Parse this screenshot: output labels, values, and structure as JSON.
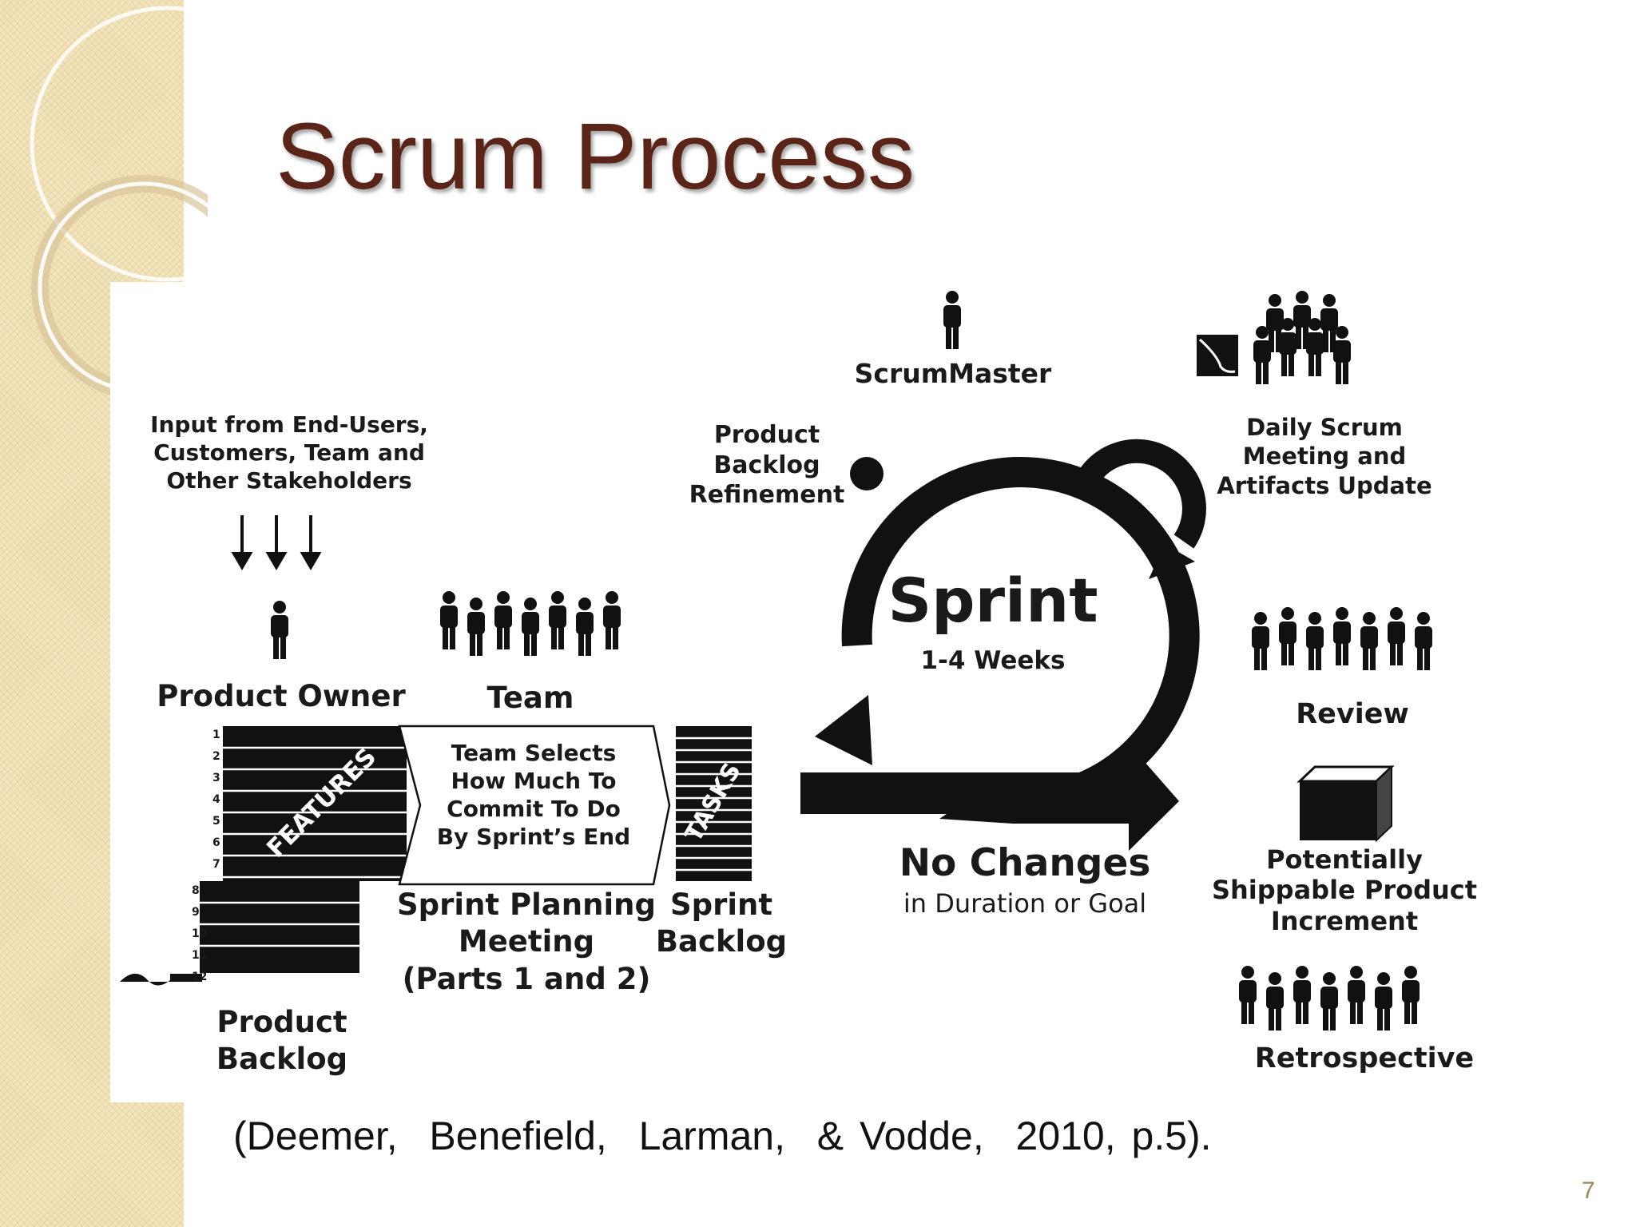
{
  "slide": {
    "title": "Scrum Process",
    "citation": "(Deemer,  Benefield,  Larman,  & Vodde,  2010, p.5).",
    "page_number": "7"
  },
  "diagram": {
    "input_text": "Input from End-Users,\nCustomers, Team and\nOther Stakeholders",
    "product_owner": "Product Owner",
    "team": "Team",
    "features_label": "FEATURES",
    "backlog_numbers": [
      "1",
      "2",
      "3",
      "4",
      "5",
      "6",
      "7",
      "8",
      "9",
      "10",
      "11",
      "12"
    ],
    "product_backlog": "Product\nBacklog",
    "team_selects": "Team Selects\nHow Much To\nCommit To Do\nBy Sprint’s End",
    "sprint_planning": "Sprint Planning\nMeeting\n(Parts 1 and 2)",
    "tasks_label": "TASKS",
    "sprint_backlog": "Sprint\nBacklog",
    "scrummaster": "ScrumMaster",
    "refinement": "Product\nBacklog\nRefinement",
    "sprint_title": "Sprint",
    "sprint_duration": "1-4 Weeks",
    "daily_scrum": "Daily Scrum\nMeeting and\nArtifacts Update",
    "no_changes": "No Changes",
    "no_changes_sub": "in Duration or Goal",
    "review": "Review",
    "increment": "Potentially\nShippable Product\nIncrement",
    "retrospective": "Retrospective"
  }
}
